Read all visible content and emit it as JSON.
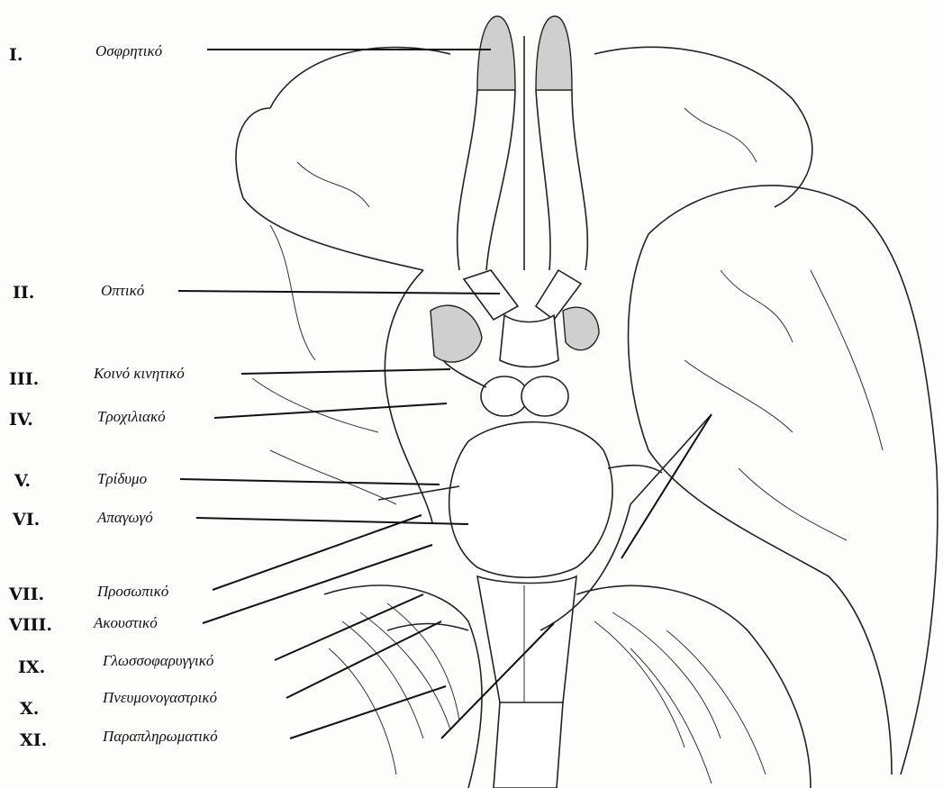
{
  "nerves": [
    {
      "numeral": "I.",
      "label": "Οσφρητικό"
    },
    {
      "numeral": "II.",
      "label": "Οπτικό"
    },
    {
      "numeral": "III.",
      "label": "Κοινό κινητικό"
    },
    {
      "numeral": "IV.",
      "label": "Τροχιλιακό"
    },
    {
      "numeral": "V.",
      "label": "Τρίδυμο"
    },
    {
      "numeral": "VI.",
      "label": "Απαγωγό"
    },
    {
      "numeral": "VII.",
      "label": "Προσωπικό"
    },
    {
      "numeral": "VIII.",
      "label": "Ακουστικό"
    },
    {
      "numeral": "IX.",
      "label": "Γλωσσοφαρυγγικό"
    },
    {
      "numeral": "X.",
      "label": "Πνευμονογαστρικό"
    },
    {
      "numeral": "XI.",
      "label": "Παραπληρωματικό"
    }
  ]
}
